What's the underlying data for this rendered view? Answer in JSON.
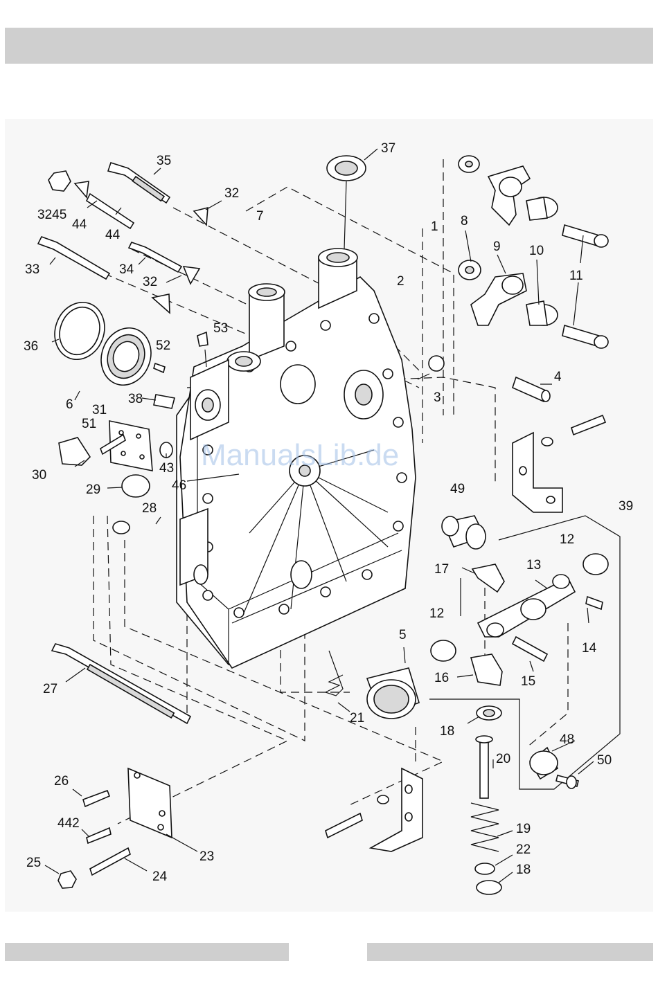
{
  "watermark": "ManualsLib.de",
  "callouts": [
    {
      "id": "c35",
      "text": "35"
    },
    {
      "id": "c32a",
      "text": "32"
    },
    {
      "id": "c7",
      "text": "7"
    },
    {
      "id": "c3245",
      "text": "3245"
    },
    {
      "id": "c44a",
      "text": "44"
    },
    {
      "id": "c44b",
      "text": "44"
    },
    {
      "id": "c33",
      "text": "33"
    },
    {
      "id": "c34",
      "text": "34"
    },
    {
      "id": "c32b",
      "text": "32"
    },
    {
      "id": "c36",
      "text": "36"
    },
    {
      "id": "c53",
      "text": "53"
    },
    {
      "id": "c52",
      "text": "52"
    },
    {
      "id": "c6",
      "text": "6"
    },
    {
      "id": "c38",
      "text": "38"
    },
    {
      "id": "c31",
      "text": "31"
    },
    {
      "id": "c51",
      "text": "51"
    },
    {
      "id": "c43",
      "text": "43"
    },
    {
      "id": "c30",
      "text": "30"
    },
    {
      "id": "c46",
      "text": "46"
    },
    {
      "id": "c29",
      "text": "29"
    },
    {
      "id": "c28",
      "text": "28"
    },
    {
      "id": "c37",
      "text": "37"
    },
    {
      "id": "c1",
      "text": "1"
    },
    {
      "id": "c2",
      "text": "2"
    },
    {
      "id": "c8",
      "text": "8"
    },
    {
      "id": "c9",
      "text": "9"
    },
    {
      "id": "c10",
      "text": "10"
    },
    {
      "id": "c11",
      "text": "11"
    },
    {
      "id": "c3",
      "text": "3"
    },
    {
      "id": "c4",
      "text": "4"
    },
    {
      "id": "c49",
      "text": "49"
    },
    {
      "id": "c39",
      "text": "39"
    },
    {
      "id": "c12a",
      "text": "12"
    },
    {
      "id": "c13",
      "text": "13"
    },
    {
      "id": "c17",
      "text": "17"
    },
    {
      "id": "c14",
      "text": "14"
    },
    {
      "id": "c12b",
      "text": "12"
    },
    {
      "id": "c5",
      "text": "5"
    },
    {
      "id": "c16",
      "text": "16"
    },
    {
      "id": "c15",
      "text": "15"
    },
    {
      "id": "c27",
      "text": "27"
    },
    {
      "id": "c21",
      "text": "21"
    },
    {
      "id": "c18a",
      "text": "18"
    },
    {
      "id": "c48",
      "text": "48"
    },
    {
      "id": "c20",
      "text": "20"
    },
    {
      "id": "c50",
      "text": "50"
    },
    {
      "id": "c26",
      "text": "26"
    },
    {
      "id": "c442",
      "text": "442"
    },
    {
      "id": "c23",
      "text": "23"
    },
    {
      "id": "c25",
      "text": "25"
    },
    {
      "id": "c24",
      "text": "24"
    },
    {
      "id": "c19",
      "text": "19"
    },
    {
      "id": "c22",
      "text": "22"
    },
    {
      "id": "c18b",
      "text": "18"
    }
  ]
}
